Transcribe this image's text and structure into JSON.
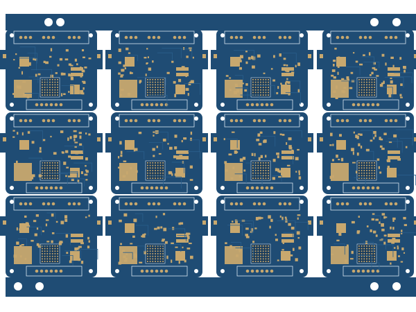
{
  "image": {
    "subject": "pcb-panel",
    "grid": {
      "columns": 4,
      "rows": 3
    },
    "colors": {
      "background": "#ffffff",
      "board": "#1f4c74",
      "board_dark": "#163a5c",
      "trace": "#2a5f8c",
      "pad": "#c8a86e",
      "silkscreen": "#d9e6f0",
      "hole": "#ffffff"
    }
  }
}
